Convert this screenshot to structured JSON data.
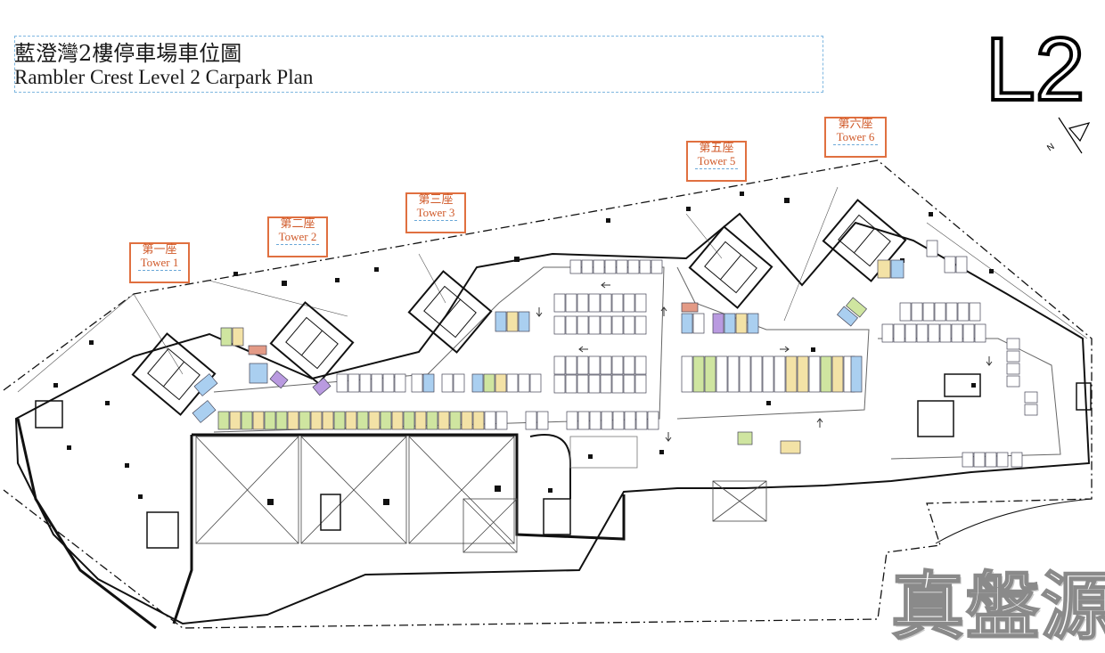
{
  "title": {
    "chinese": "藍澄灣2樓停車場車位圖",
    "english": "Rambler Crest Level 2 Carpark Plan"
  },
  "level_label": "L2",
  "towers": [
    {
      "zh": "第一座",
      "en": "Tower 1"
    },
    {
      "zh": "第二座",
      "en": "Tower 2"
    },
    {
      "zh": "第三座",
      "en": "Tower 3"
    },
    {
      "zh": "第五座",
      "en": "Tower 5"
    },
    {
      "zh": "第六座",
      "en": "Tower 6"
    }
  ],
  "watermark": "真盤源",
  "colors": {
    "tower_border": "#e07040",
    "tower_text": "#d05a2a",
    "title_border": "#7fb7e0",
    "space_yellow": "#f3e2a6",
    "space_green": "#cfe5a0",
    "space_blue": "#aacff0",
    "space_purple": "#b99ae0",
    "space_red": "#e39a86",
    "wall": "#111111"
  },
  "icons": [
    "north-arrow-icon",
    "tower-core-icon",
    "parking-space-icon"
  ]
}
